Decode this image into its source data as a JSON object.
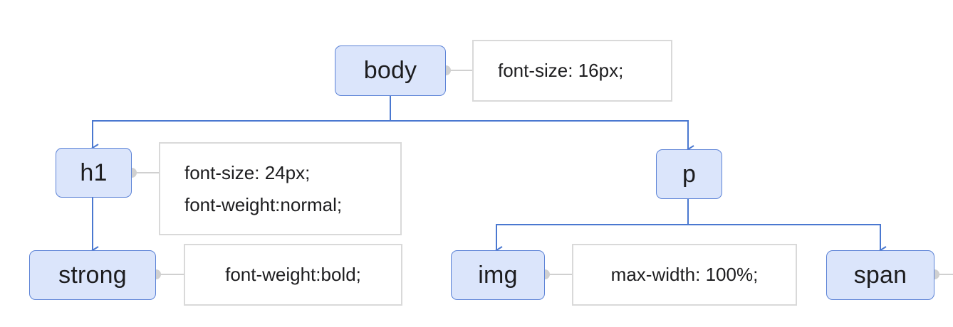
{
  "colors": {
    "node_fill": "#dbe5fb",
    "node_border": "#5b82d6",
    "edge": "#4a78d0",
    "connector": "#d0d0d0",
    "style_border": "#d9d9d9"
  },
  "nodes": {
    "body": "body",
    "h1": "h1",
    "p": "p",
    "strong": "strong",
    "img": "img",
    "span": "span"
  },
  "styles": {
    "body": [
      "font-size: 16px;"
    ],
    "h1": [
      "font-size: 24px;",
      "font-weight:normal;"
    ],
    "strong": [
      "font-weight:bold;"
    ],
    "img": [
      "max-width: 100%;"
    ]
  }
}
